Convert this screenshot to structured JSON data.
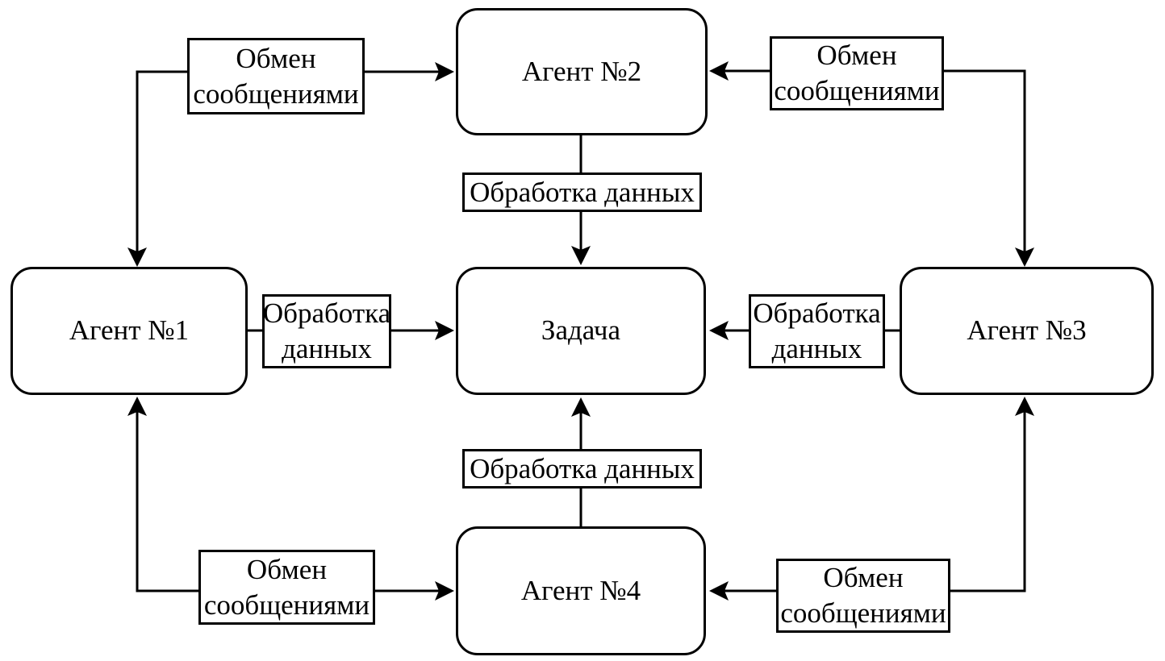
{
  "diagram": {
    "nodes": {
      "agent1": {
        "label": "Агент №1"
      },
      "agent2": {
        "label": "Агент №2"
      },
      "agent3": {
        "label": "Агент №3"
      },
      "agent4": {
        "label": "Агент №4"
      },
      "task": {
        "label": "Задача"
      }
    },
    "edge_labels": {
      "exchange_top_left": {
        "line1": "Обмен",
        "line2": "сообщениями"
      },
      "exchange_top_right": {
        "line1": "Обмен",
        "line2": "сообщениями"
      },
      "exchange_bottom_left": {
        "line1": "Обмен",
        "line2": "сообщениями"
      },
      "exchange_bottom_right": {
        "line1": "Обмен",
        "line2": "сообщениями"
      },
      "process_top_center": {
        "text": "Обработка данных"
      },
      "process_bottom_center": {
        "text": "Обработка данных"
      },
      "process_left_center": {
        "line1": "Обработка",
        "line2": "данных"
      },
      "process_right_center": {
        "line1": "Обработка",
        "line2": "данных"
      }
    },
    "colors": {
      "stroke": "#000000",
      "background": "#ffffff",
      "node_fill": "#ffffff"
    }
  }
}
